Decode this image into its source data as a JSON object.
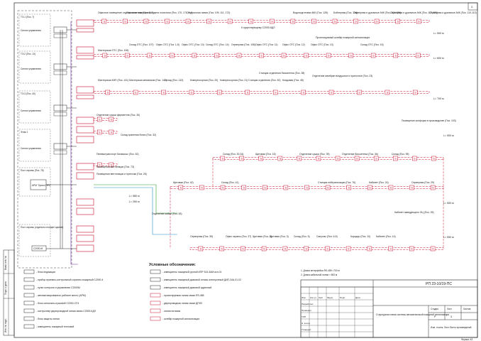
{
  "sheet_no": "3",
  "frame_side_labels": [
    "Взам. инв. №",
    "Подп. и дата",
    "Инв. № подл."
  ],
  "panels": [
    {
      "name": "ТЭ-1 (Поз. 7)",
      "device": "Сигнал управления"
    },
    {
      "name": "ТЭ-2 (Поз. 13)",
      "device": "Сигнал управления"
    },
    {
      "name": "ТЭ-3 (Поз. 40)",
      "device": "Сигнал управления"
    },
    {
      "name": "Этаж 1",
      "device": "Сигнал управления"
    },
    {
      "name": "Пост охраны (Поз. 78)",
      "device": "АРМ \"Орион ПРО\""
    },
    {
      "name": "Пост охраны (отдельно стоящее здание)",
      "device": "С2000-М"
    }
  ],
  "line_labels": [
    "L= 500 м",
    "L= 600 м",
    "L= 700 м",
    "L= 500 м",
    "L= 260 м",
    "L= 580 м",
    "L= 500 м",
    "L= 550 м"
  ],
  "row1_rooms": [
    "Офисное помещение отдела логистики (Поз. 110)",
    "Офисные помещения отдела логистики (Поз. 170, 171, 2-4)",
    "Отгрузочная линия (Поз. 109, 111, 172)",
    "К существующему С2000-КДЛ",
    "Водоподготовка АКК (Поз. 128)",
    "Бойлерная (Поз. 134)",
    "Серверная и дуальные АКК (Поз. 104-106)",
    "Серверная и дуальные АКК (Поз. 117-120)",
    "Серверная и дуальные АКК (Поз. 110-113)",
    "Проектируемый шлейф пожарной сигнализации"
  ],
  "row2_rooms": [
    "Мастерская ОТС (Поз. 106)",
    "Склад ОТС (Поз. 107)",
    "Офис ОТС (Поз. 1-5)",
    "Офис ОТС (Поз. 10)",
    "Склад ОТС (Поз. 14)",
    "Серверная (Поз. 108)",
    "Офис ОТС (Поз. 11)",
    "Офис ОТС (Поз. 12)",
    "Офис ОТС (Поз. 13)",
    "Склад ОТС (Поз. 15)",
    "Станция отделения биосинтеза (Поз. 38)"
  ],
  "row3_rooms": [
    "Мастерская КИП (Поз. 141)",
    "Мастерская механиков (Поз. 142)",
    "Склад (Поз. 143)",
    "Компрессорная (Поз. 20)",
    "Компрессорная (Поз. 21)",
    "Станция отделения (Поз. 52)",
    "Кладовая (Поз. 48)",
    "Отделение мембран воздушное и приточное (Поз. 23)"
  ],
  "mid_rooms": [
    "Отделение сушки ферментов (Поз. 30)",
    "Склад хранения бочек (Поз. 32)",
    "Пневмотранспорт биомассы (Поз. 52)",
    "Помещение вентиляции (Поз. 73)",
    "Помещения вентиляции и приточки (Поз. 26)",
    "Отделение мойки (Поз. 83)"
  ],
  "right_rooms": [
    "Помещение конфорки в производстве (Поз. 103)",
    "Склад (Поз. 30-34)",
    "Щитовая (Поз. 16)",
    "Отделение сушки (Поз. 39)",
    "Отделение биосинтеза (Поз. 36)",
    "Склад (Поз. 95)",
    "Щитовая (Поз. 42)",
    "Склад (Поз. 41)",
    "Станция нейтрализации (Поз. 76)",
    "Кабинет (Поз. 24)",
    "Кабинет заведующего ОЦ (Поз. 25)",
    "Серверная (Поз. 29)"
  ],
  "bottom_rooms": [
    "Серверная (Поз. 35)",
    "Офис охраны (Поз. 37)",
    "Щитовая (Поз. 2)",
    "Щитовая (Поз. 3)",
    "Склад (Поз. 5)",
    "Санузлы (Поз. 6-8)",
    "Коридор (Поз. 10)",
    "Кабинет (Поз. 14)"
  ],
  "legend": {
    "title": "Условные обозначения:",
    "items": [
      "- блок индикации",
      "- прибор приемно-контрольный охранно-пожарный С2000-4",
      "- пульт контроля и управления С2000М",
      "- автоматизированное рабочее место (АРМ)",
      "- блок сигнально-пусковой С2000-СП1",
      "- контроллер двухпроводной линии связи С2000-КДЛ",
      "- блок защиты линии",
      "- извещатель пожарный тепловой",
      "- извещатель пожарный ручной ИПР 513-3АМ исп.01",
      "- извещатель пожарный дымовой оптико-электронный ДИП-34А-01-02",
      "- извещатель пожарный дымовой адресный",
      "- проектируемая линия связи RS-485",
      "- двухпроводная линия связи ДПЛС",
      "- линия питания",
      "- шлейф пожарной сигнализации"
    ]
  },
  "notes": [
    "1. Длина интерфейса RS-485 <700 м",
    "2. Длина кабельной линии < 800 м"
  ],
  "title_block": {
    "code": "РП 23-10/19-ПС",
    "object": "Структурная схема системы автоматической пожарной сигнализации",
    "stage_label": "Стадия",
    "stage": "Р",
    "sheet_label": "Лист",
    "sheet": "3",
    "sheets_label": "Листов",
    "sheets": "",
    "roles": [
      "Разработал",
      "Проверил",
      "ГИП",
      "Н. контр.",
      "Утвердил"
    ],
    "cols": [
      "Изм.",
      "Кол.уч",
      "Лист",
      "№док.",
      "Подп.",
      "Дата"
    ],
    "format": "Формат А3",
    "company": "Изм. гл.инж. Лист. Всего произведений"
  }
}
